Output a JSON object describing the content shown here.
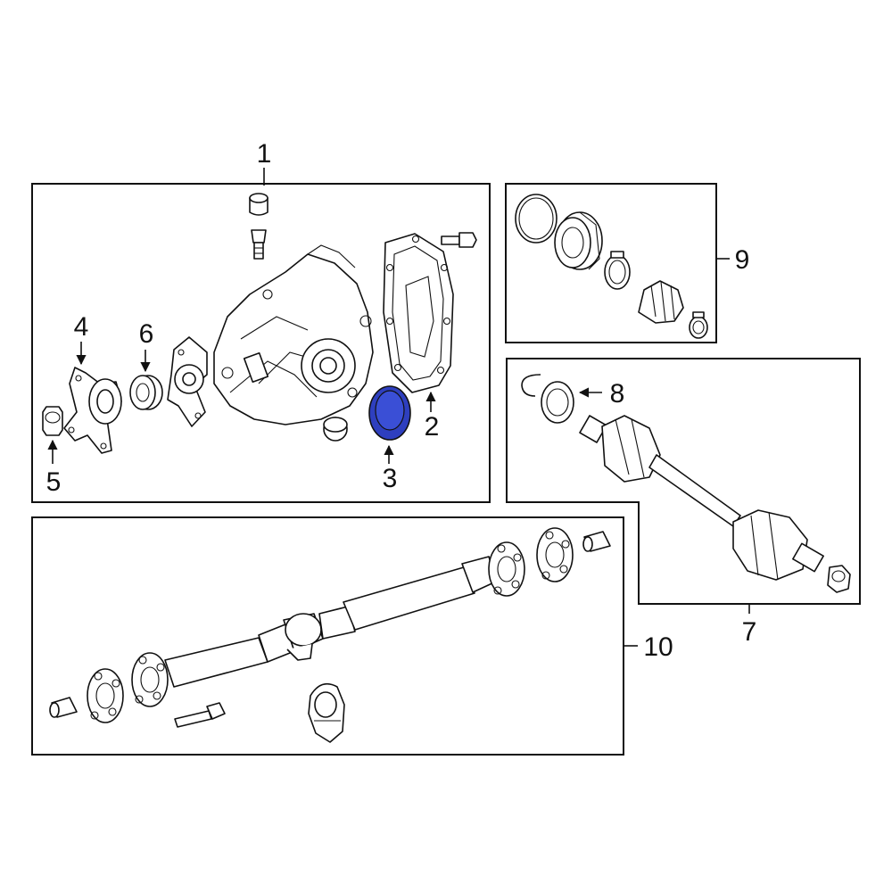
{
  "callouts": {
    "c1": "1",
    "c2": "2",
    "c3": "3",
    "c4": "4",
    "c5": "5",
    "c6": "6",
    "c7": "7",
    "c8": "8",
    "c9": "9",
    "c10": "10"
  },
  "colors": {
    "line": "#111111",
    "background": "#ffffff",
    "highlight": "#2e3fbf"
  },
  "highlighted_part": "3"
}
